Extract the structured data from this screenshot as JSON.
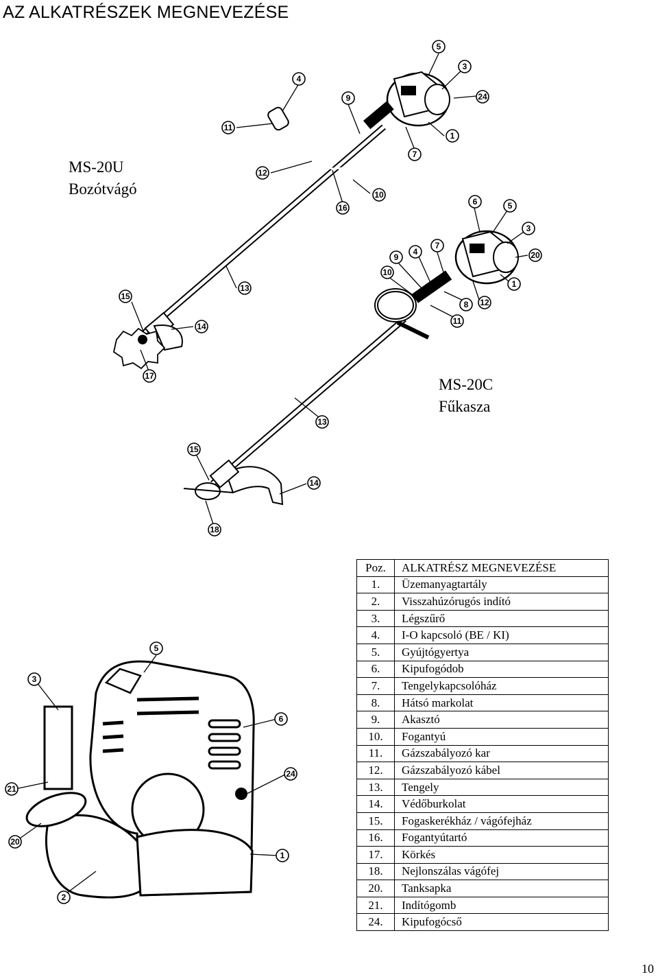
{
  "page": {
    "title": "AZ ALKATRÉSZEK MEGNEVEZÉSE",
    "page_number": "10"
  },
  "models": [
    {
      "code": "MS-20U",
      "name": "Bozótvágó"
    },
    {
      "code": "MS-20C",
      "name": "Fűkasza"
    }
  ],
  "callouts": {
    "brushcutter": [
      "5",
      "3",
      "24",
      "4",
      "9",
      "11",
      "1",
      "7",
      "12",
      "10",
      "16",
      "13",
      "15",
      "14",
      "17"
    ],
    "trimmer": [
      "6",
      "5",
      "3",
      "20",
      "7",
      "9",
      "4",
      "10",
      "1",
      "8",
      "12",
      "11",
      "13",
      "15",
      "14",
      "18"
    ],
    "engine": [
      "5",
      "3",
      "6",
      "24",
      "21",
      "20",
      "1",
      "2"
    ]
  },
  "parts_table": {
    "header": {
      "pos": "Poz.",
      "name": "ALKATRÉSZ MEGNEVEZÉSE"
    },
    "rows": [
      {
        "pos": "1.",
        "name": "Üzemanyagtartály"
      },
      {
        "pos": "2.",
        "name": "Visszahúzórugós indító"
      },
      {
        "pos": "3.",
        "name": "Légszűrő"
      },
      {
        "pos": "4.",
        "name": "I-O kapcsoló (BE / KI)"
      },
      {
        "pos": "5.",
        "name": "Gyújtógyertya"
      },
      {
        "pos": "6.",
        "name": "Kipufogódob"
      },
      {
        "pos": "7.",
        "name": "Tengelykapcsolóház"
      },
      {
        "pos": "8.",
        "name": "Hátsó markolat"
      },
      {
        "pos": "9.",
        "name": "Akasztó"
      },
      {
        "pos": "10.",
        "name": "Fogantyú"
      },
      {
        "pos": "11.",
        "name": "Gázszabályozó kar"
      },
      {
        "pos": "12.",
        "name": "Gázszabályozó kábel"
      },
      {
        "pos": "13.",
        "name": "Tengely"
      },
      {
        "pos": "14.",
        "name": "Védőburkolat"
      },
      {
        "pos": "15.",
        "name": "Fogaskerékház / vágófejház"
      },
      {
        "pos": "16.",
        "name": "Fogantyútartó"
      },
      {
        "pos": "17.",
        "name": "Körkés"
      },
      {
        "pos": "18.",
        "name": "Nejlonszálas vágófej"
      },
      {
        "pos": "20.",
        "name": "Tanksapka"
      },
      {
        "pos": "21.",
        "name": "Indítógomb"
      },
      {
        "pos": "24.",
        "name": "Kipufogócső"
      }
    ]
  }
}
